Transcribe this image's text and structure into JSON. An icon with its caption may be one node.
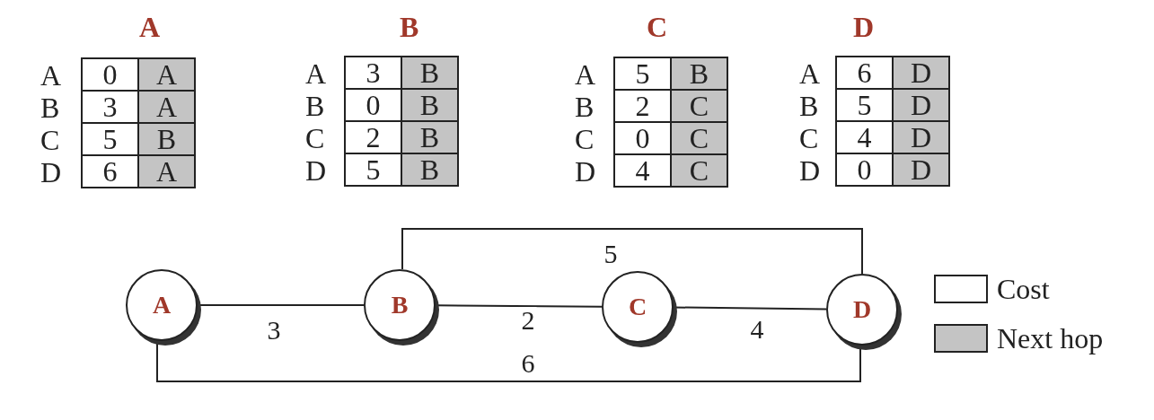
{
  "diagram": {
    "nodes": [
      {
        "text": [
          "A"
        ]
      },
      {
        "text": [
          "B"
        ]
      },
      {
        "text": [
          "C"
        ]
      },
      {
        "text": [
          "D"
        ]
      }
    ],
    "edges": [
      {
        "from": 0,
        "to": 1,
        "arrow": "none",
        "label": "3"
      },
      {
        "from": 1,
        "to": 2,
        "arrow": "none",
        "label": "2"
      },
      {
        "from": 2,
        "to": 3,
        "arrow": "none",
        "label": "4"
      },
      {
        "from": 1,
        "to": 3,
        "arrow": "none",
        "label": "5"
      },
      {
        "from": 0,
        "to": 3,
        "arrow": "none",
        "label": "6"
      }
    ],
    "labels": [
      "A",
      "A",
      "0",
      "A",
      "B",
      "3",
      "A",
      "C",
      "5",
      "B",
      "D",
      "6",
      "A",
      "B",
      "A",
      "3",
      "B",
      "B",
      "0",
      "B",
      "C",
      "2",
      "B",
      "D",
      "5",
      "B",
      "C",
      "A",
      "5",
      "B",
      "B",
      "2",
      "C",
      "C",
      "0",
      "C",
      "D",
      "4",
      "C",
      "D",
      "A",
      "6",
      "D",
      "B",
      "5",
      "D",
      "C",
      "4",
      "D",
      "D",
      "0",
      "D"
    ],
    "legend": [
      {
        "text": "Cost",
        "color": "#ffffff"
      },
      {
        "text": "Next hop",
        "color": "#c4c4c4"
      }
    ]
  }
}
